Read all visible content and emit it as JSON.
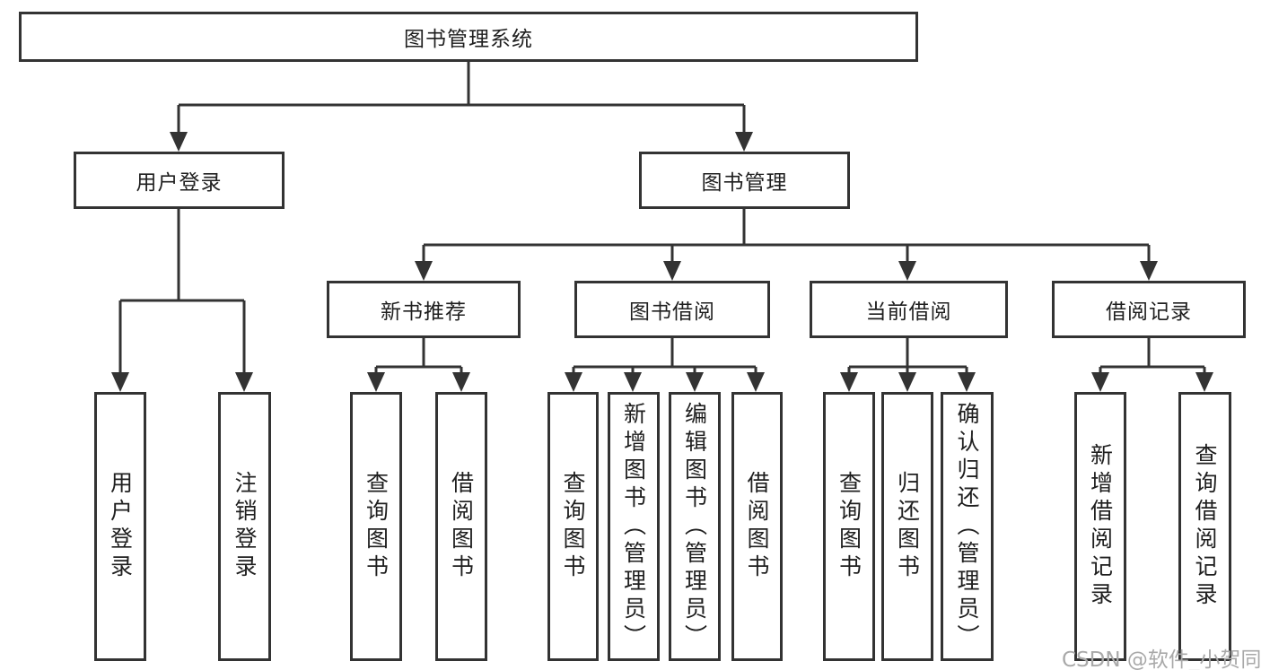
{
  "tree": {
    "label": "图书管理系统",
    "children": [
      {
        "label": "用户登录",
        "children": [
          {
            "label": "用户登录"
          },
          {
            "label": "注销登录"
          }
        ]
      },
      {
        "label": "图书管理",
        "children": [
          {
            "label": "新书推荐",
            "children": [
              {
                "label": "查询图书"
              },
              {
                "label": "借阅图书"
              }
            ]
          },
          {
            "label": "图书借阅",
            "children": [
              {
                "label": "查询图书"
              },
              {
                "label": "新增图书（管理员）"
              },
              {
                "label": "编辑图书（管理员）"
              },
              {
                "label": "借阅图书"
              }
            ]
          },
          {
            "label": "当前借阅",
            "children": [
              {
                "label": "查询图书"
              },
              {
                "label": "归还图书"
              },
              {
                "label": "确认归还（管理员）"
              }
            ]
          },
          {
            "label": "借阅记录",
            "children": [
              {
                "label": "新增借阅记录"
              },
              {
                "label": "查询借阅记录"
              }
            ]
          }
        ]
      }
    ]
  },
  "watermark": {
    "text": "CSDN @软件_小贺同学"
  },
  "colors": {
    "line": "#333333",
    "box_border": "#333333",
    "text": "#1f1f1f",
    "watermark": "#a9a9a9",
    "background": "#ffffff"
  }
}
